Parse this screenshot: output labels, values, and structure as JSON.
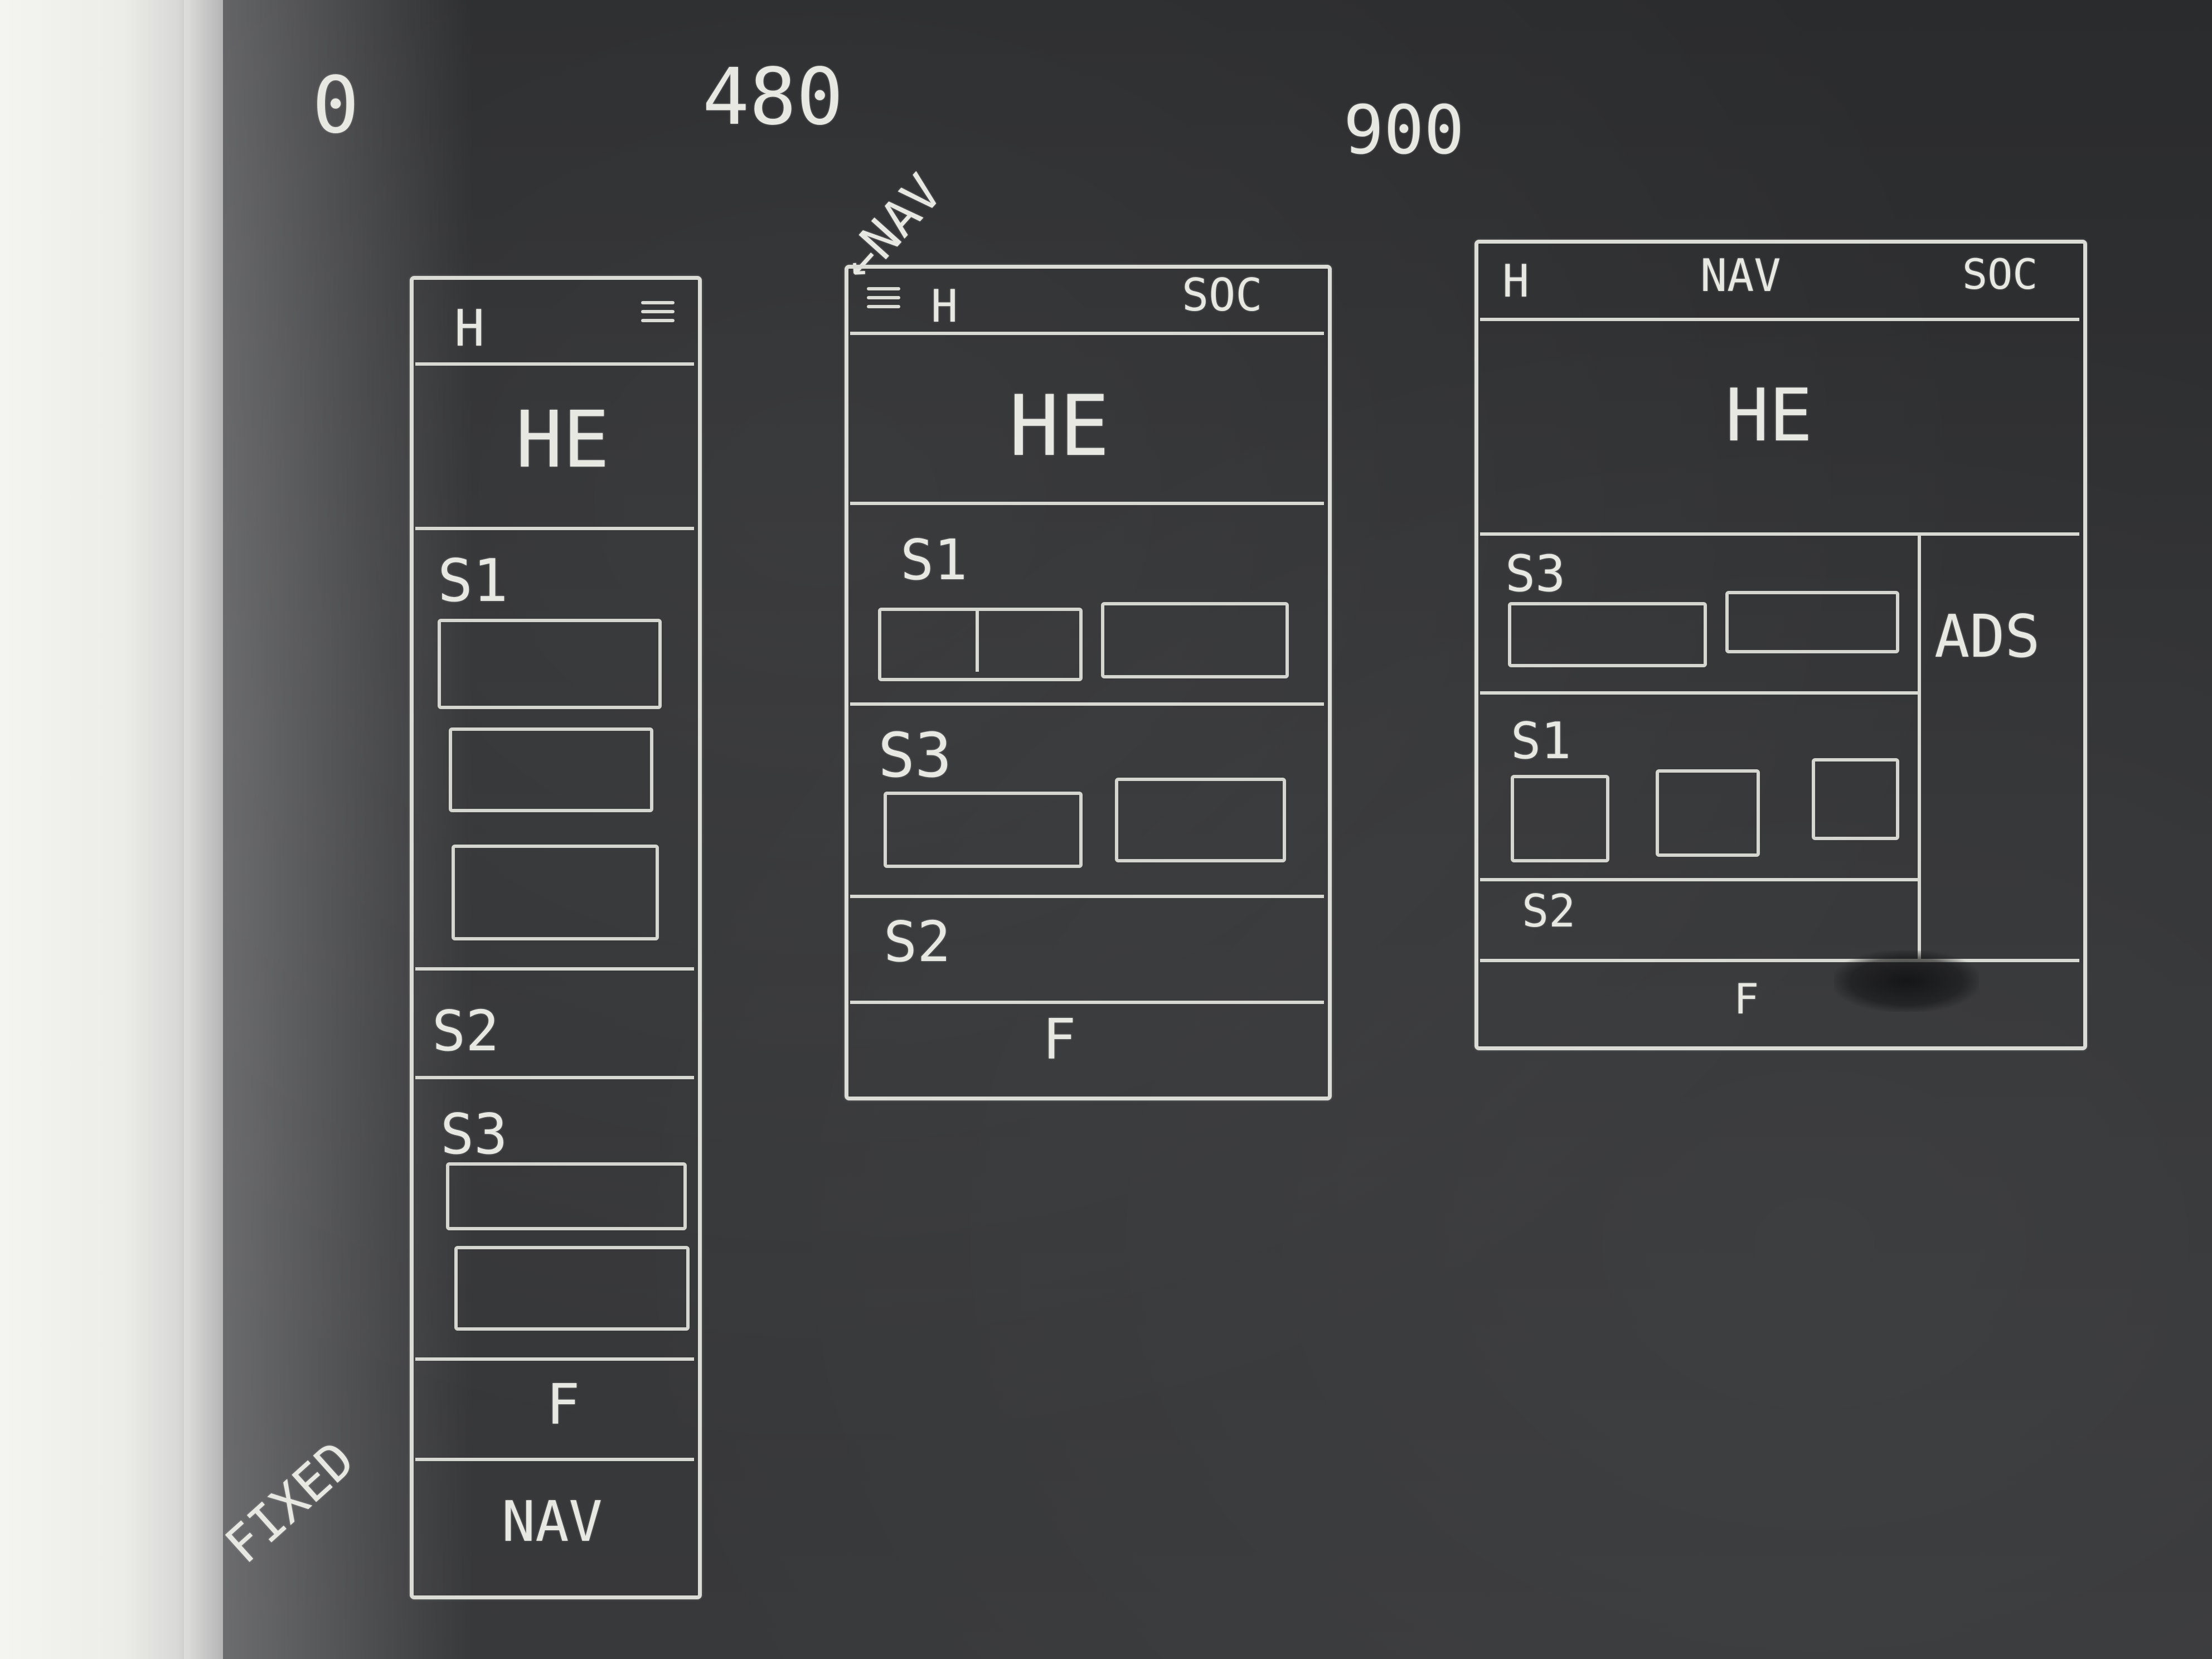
{
  "breakpoints": {
    "bp0": "0",
    "bp480": "480",
    "bp900": "900"
  },
  "mobile": {
    "header_h": "H",
    "hero": "HE",
    "s1": "S1",
    "s2": "S2",
    "s3": "S3",
    "footer": "F",
    "nav": "NAV",
    "fixed_note": "FIXED",
    "menu_icon": "hamburger-menu-icon"
  },
  "tablet": {
    "nav_note": "←NAV",
    "header_h": "H",
    "soc": "SOC",
    "hero": "HE",
    "s1": "S1",
    "s3": "S3",
    "s2": "S2",
    "footer": "F",
    "menu_icon": "hamburger-menu-icon"
  },
  "desktop": {
    "header_h": "H",
    "nav": "NAV",
    "soc": "SOC",
    "hero": "HE",
    "s3": "S3",
    "s1": "S1",
    "s2": "S2",
    "ads": "ADS",
    "footer": "F"
  }
}
